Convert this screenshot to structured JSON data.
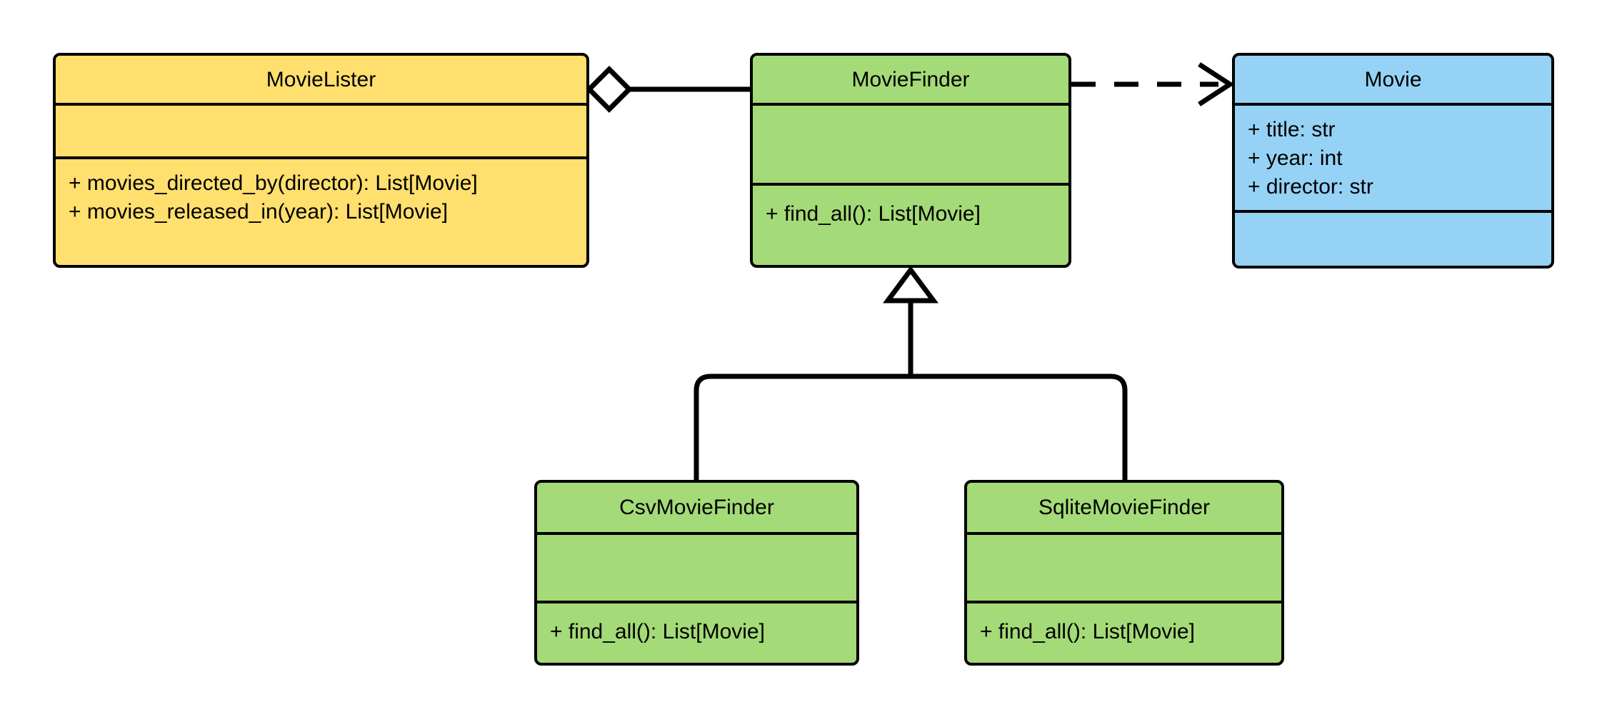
{
  "diagram": {
    "kind": "uml-class-diagram",
    "background": "#ffffff",
    "line_color": "#000000",
    "colors": {
      "yellow": "#ffdf6e",
      "green": "#a4da78",
      "blue": "#96d2f5",
      "stroke": "#000000"
    }
  },
  "classes": {
    "movie_lister": {
      "name": "MovieLister",
      "fill": "#ffdf6e",
      "attributes": [],
      "methods": [
        "+ movies_directed_by(director): List[Movie]",
        "+ movies_released_in(year): List[Movie]"
      ]
    },
    "movie_finder": {
      "name": "MovieFinder",
      "fill": "#a4da78",
      "attributes": [],
      "methods": [
        "+ find_all(): List[Movie]"
      ]
    },
    "movie": {
      "name": "Movie",
      "fill": "#96d2f5",
      "attributes": [
        "+ title: str",
        "+ year: int",
        "+ director: str"
      ],
      "methods": []
    },
    "csv_movie_finder": {
      "name": "CsvMovieFinder",
      "fill": "#a4da78",
      "attributes": [],
      "methods": [
        "+ find_all(): List[Movie]"
      ]
    },
    "sqlite_movie_finder": {
      "name": "SqliteMovieFinder",
      "fill": "#a4da78",
      "attributes": [],
      "methods": [
        "+ find_all(): List[Movie]"
      ]
    }
  },
  "relationships": [
    {
      "id": "aggregation-lister-finder",
      "type": "aggregation",
      "from": "MovieLister",
      "to": "MovieFinder",
      "marker": "hollow-diamond",
      "line": "solid"
    },
    {
      "id": "dependency-finder-movie",
      "type": "dependency",
      "from": "MovieFinder",
      "to": "Movie",
      "marker": "open-arrow",
      "line": "dashed"
    },
    {
      "id": "generalization-csv-finder",
      "type": "generalization",
      "from": "CsvMovieFinder",
      "to": "MovieFinder",
      "marker": "hollow-triangle",
      "line": "solid"
    },
    {
      "id": "generalization-sqlite-finder",
      "type": "generalization",
      "from": "SqliteMovieFinder",
      "to": "MovieFinder",
      "marker": "hollow-triangle",
      "line": "solid"
    }
  ]
}
